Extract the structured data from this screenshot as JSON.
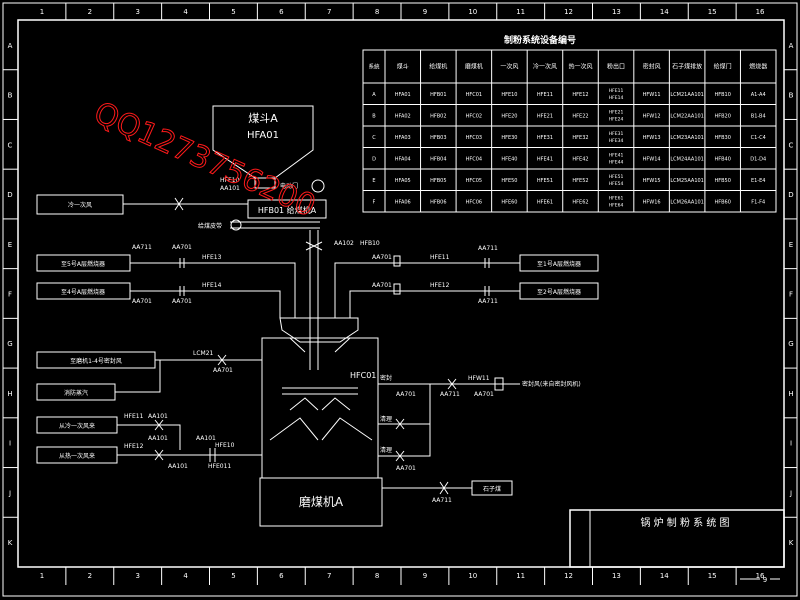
{
  "colors": {
    "background": "#000000",
    "line": "#ffffff",
    "watermark": "#ff1a1a"
  },
  "border": {
    "columns": [
      "1",
      "2",
      "3",
      "4",
      "5",
      "6",
      "7",
      "8",
      "9",
      "10",
      "11",
      "12",
      "13",
      "14",
      "15",
      "16"
    ],
    "rows": [
      "A",
      "B",
      "C",
      "D",
      "E",
      "F",
      "G",
      "H",
      "I",
      "J",
      "K"
    ]
  },
  "equipment_table": {
    "title": "制粉系统设备编号",
    "headers": [
      "系统",
      "煤斗",
      "给煤机",
      "磨煤机",
      "一次风",
      "冷一次风",
      "热一次风",
      "粉出口",
      "密封风",
      "石子煤排放",
      "给煤门",
      "燃烧器"
    ],
    "rows": [
      [
        "A",
        "HFA01",
        "HFB01",
        "HFC01",
        "HFE10",
        "HFE11",
        "HFE12",
        "HFE11 HFE14",
        "HFW11",
        "LCM21AA101",
        "HFB10",
        "A1-A4"
      ],
      [
        "B",
        "HFA02",
        "HFB02",
        "HFC02",
        "HFE20",
        "HFE21",
        "HFE22",
        "HFE21 HFE24",
        "HFW12",
        "LCM22AA101",
        "HFB20",
        "B1-B4"
      ],
      [
        "C",
        "HFA03",
        "HFB03",
        "HFC03",
        "HFE30",
        "HFE31",
        "HFE32",
        "HFE31 HFE34",
        "HFW13",
        "LCM23AA101",
        "HFB30",
        "C1-C4"
      ],
      [
        "D",
        "HFA04",
        "HFB04",
        "HFC04",
        "HFE40",
        "HFE41",
        "HFE42",
        "HFE41 HFE44",
        "HFW14",
        "LCM24AA101",
        "HFB40",
        "D1-D4"
      ],
      [
        "E",
        "HFA05",
        "HFB05",
        "HFC05",
        "HFE50",
        "HFE51",
        "HFE52",
        "HFE51 HFE54",
        "HFW15",
        "LCM25AA101",
        "HFB50",
        "E1-E4"
      ],
      [
        "F",
        "HFA06",
        "HFB06",
        "HFC06",
        "HFE60",
        "HFE61",
        "HFE62",
        "HFE61 HFE64",
        "HFW16",
        "LCM26AA101",
        "HFB60",
        "F1-F4"
      ]
    ]
  },
  "bunker": {
    "name": "煤斗A",
    "code": "HFA01"
  },
  "feeder": {
    "label": "HFB01 给煤机A",
    "lbl_top": "HFE10",
    "lbl_valve": "AA101",
    "lbl_motor": "电动门"
  },
  "belt_label": "给煤皮带",
  "mill_top_labels": {
    "v1": "AA102",
    "v2": "HFB10"
  },
  "sources_left": {
    "cold_air": "冷一次风",
    "furnace_1": "至5号A层燃烧器",
    "furnace_2": "至4号A层燃烧器",
    "seal_air": "至磨机1-4号密封风",
    "steam": "消防蒸汽",
    "hot_1": "从冷一次风来",
    "hot_2": "从热一次风来"
  },
  "sources_right": {
    "burner_1": "至1号A层燃烧器",
    "burner_2": "至2号A层燃烧器",
    "seal_out": "密封风(来自密封风机)",
    "reject": "石子煤"
  },
  "valve_labels": {
    "l1a": "AA711",
    "l1b": "AA701",
    "l1c": "HFE13",
    "l2a": "AA701",
    "l2b": "AA701",
    "l2c": "HFE14",
    "r1a": "AA701",
    "r1b": "HFE11",
    "r1c": "AA711",
    "r2a": "AA701",
    "r2b": "HFE12",
    "r2c": "AA711",
    "seal_a": "LCM21",
    "seal_b": "AA701",
    "hot_a": "HFE11",
    "hot_b": "AA101",
    "hot_c": "AA101",
    "hot_d": "HFE12",
    "hot_e": "AA101",
    "hot_f": "HFE10",
    "hot_g": "AA101",
    "hot_h": "HFE011",
    "rs_a": "密封",
    "rs_b": "AA701",
    "rs_c": "AA711",
    "rs_d": "HFW11",
    "rs_e": "AA701",
    "rs_f": "清理",
    "rs_g": "清理",
    "rs_h": "AA701",
    "rs_i": "AA711"
  },
  "mill": {
    "code": "HFC01",
    "name": "磨煤机A"
  },
  "title_block": {
    "title": "锅 炉 制 粉 系 统 图"
  },
  "page_number": "9",
  "watermark": "QQ1273756200"
}
